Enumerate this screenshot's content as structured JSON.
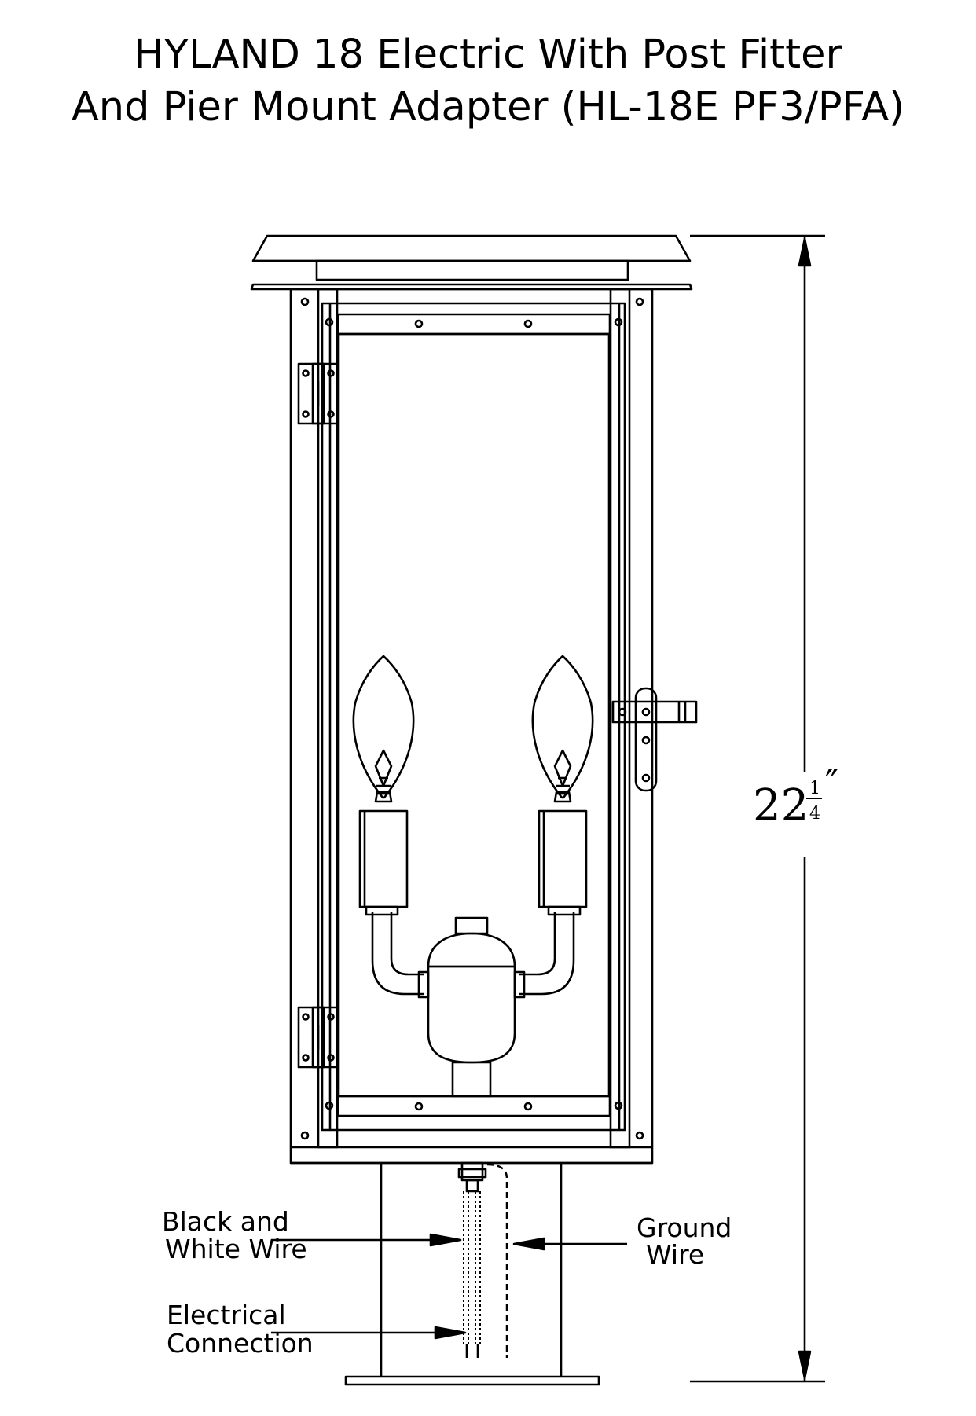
{
  "title": {
    "line1": "HYLAND 18 Electric With Post Fitter",
    "line2": "And Pier Mount Adapter (HL-18E  PF3/PFA)"
  },
  "dimension": {
    "whole": "22",
    "numerator": "1",
    "denominator": "4",
    "unit": "″"
  },
  "labels": {
    "black_white_wire": [
      "Black and",
      "White Wire"
    ],
    "ground_wire": [
      "Ground",
      "Wire"
    ],
    "electrical_connection": [
      "Electrical",
      "Connection"
    ]
  }
}
